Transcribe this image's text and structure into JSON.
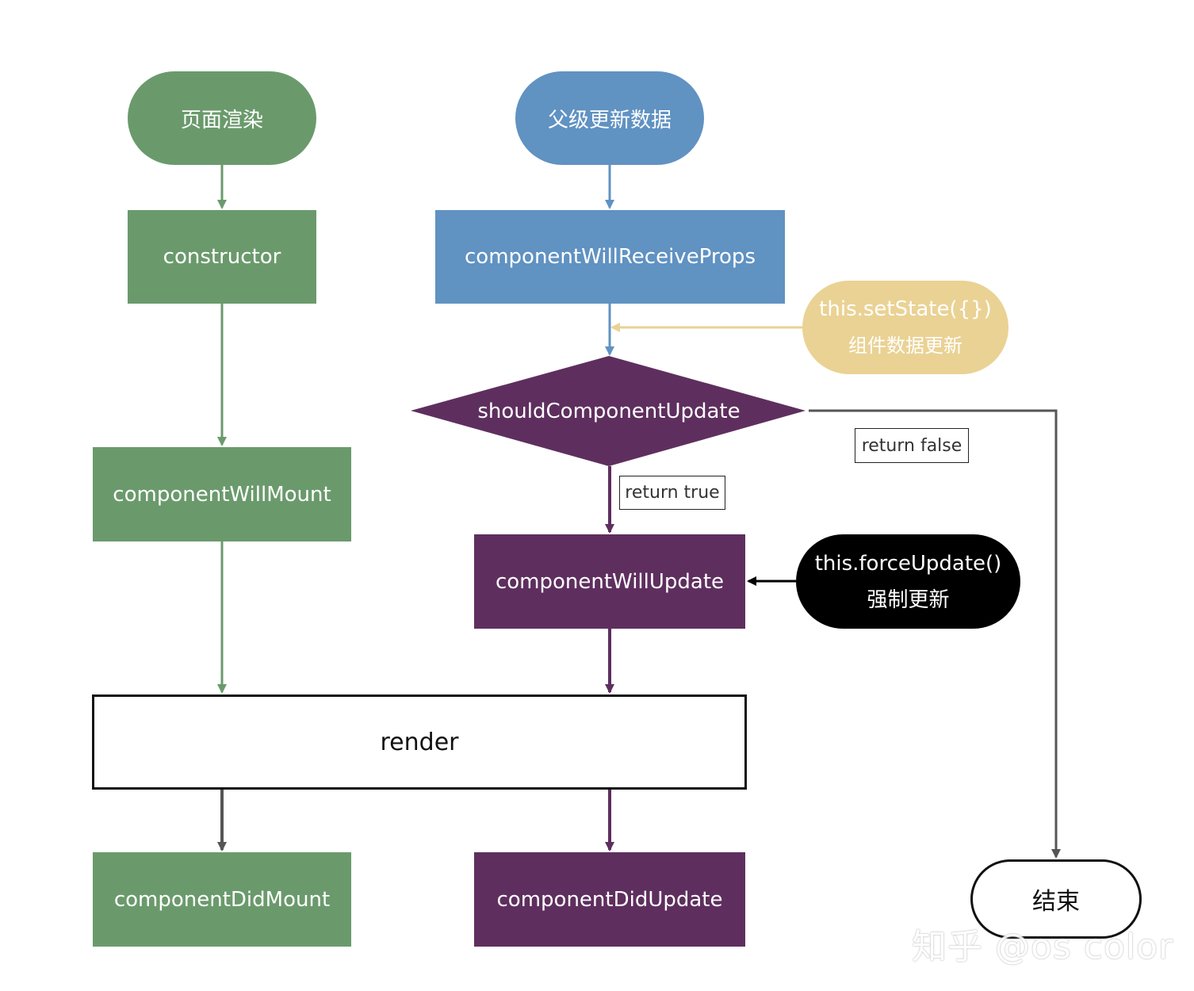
{
  "nodes": {
    "page_render": "页面渲染",
    "parent_update": "父级更新数据",
    "constructor": "constructor",
    "component_will_receive_props": "componentWillReceiveProps",
    "set_state_line1": "this.setState({})",
    "set_state_line2": "组件数据更新",
    "should_component_update": "shouldComponentUpdate",
    "component_will_mount": "componentWillMount",
    "component_will_update": "componentWillUpdate",
    "force_update_line1": "this.forceUpdate()",
    "force_update_line2": "强制更新",
    "render": "render",
    "component_did_mount": "componentDidMount",
    "component_did_update": "componentDidUpdate",
    "end": "结束"
  },
  "labels": {
    "return_false": "return false",
    "return_true": "return true"
  },
  "watermark": "知乎 @os color",
  "colors": {
    "mount_green": "#6a9a6c",
    "receive_blue": "#6092c2",
    "update_purple": "#5e2f5e",
    "set_state_yellow": "#ead294",
    "force_black": "#000000",
    "end_gray": "#555555"
  }
}
